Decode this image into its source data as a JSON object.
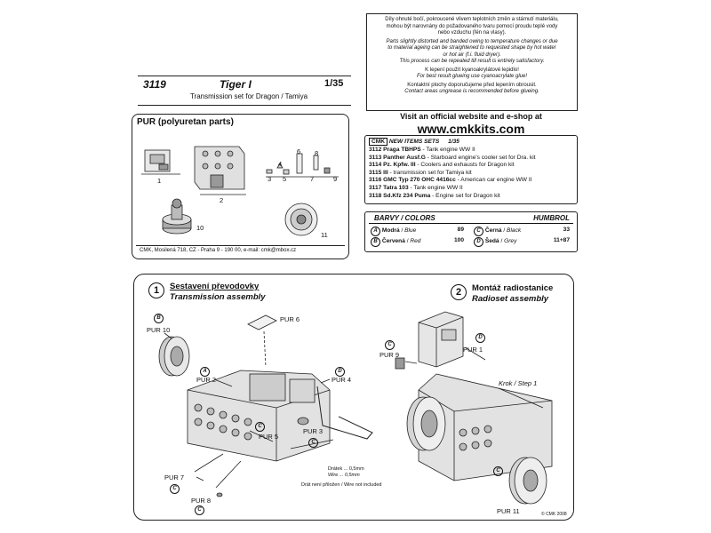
{
  "header": {
    "code": "3119",
    "model": "Tiger I",
    "scale": "1/35",
    "subtitle": "Transmission set for Dragon / Tamiya"
  },
  "warning_lines": [
    "Díly ohnuté bočí, pokroucené vlivem teplotních změn a stárnutí materiálu,",
    "mohou být narovnány do požadovaného tvaru pomocí proudu teplé vody",
    "nebo vzduchu (fén na vlasy).",
    "Parts slightly distorted and banded owing to temperature changes or due",
    "to material ageing can be straightened to requested shape by hot water",
    "or hot air (f.i. fluid dryer).",
    "This process can be repeated till result is entirely satisfactory.",
    "K lepení použít kyanoakrylátové lepidlo!",
    "For best result glueing use cyanoacrylate glue!",
    "Kontaktní plochy doporučujeme před lepením obrousit.",
    "Contact areas ungrease is recommended before glueing."
  ],
  "website": {
    "line1": "Visit an official website and e-shop at",
    "url": "www.cmkkits.com"
  },
  "new_items": {
    "logo": "CMK",
    "header": "NEW ITEMS SETS",
    "scale": "1/35",
    "items": [
      {
        "code": "3112",
        "name": "Praga TBHPS",
        "desc": " - Tank engine WW II"
      },
      {
        "code": "3113",
        "name": "Panther Ausf.G",
        "desc": " - Starboard engine's cooler set for Dra. kit"
      },
      {
        "code": "3114",
        "name": "Pz. Kpfw. III",
        "desc": " - Coolers and exhausts for Dragon kit"
      },
      {
        "code": "3115",
        "name": "III",
        "desc": " - transmission set for Tamiya kit"
      },
      {
        "code": "3116",
        "name": "GMC Typ 270 OHC 4416cc",
        "desc": " - American car engine WW II"
      },
      {
        "code": "3117",
        "name": "Tatra 103",
        "desc": " - Tank engine WW II"
      },
      {
        "code": "3118",
        "name": "Sd.Kfz 234 Puma",
        "desc": " - Engine set for Dragon kit"
      }
    ]
  },
  "colors": {
    "header_left": "BARVY / COLORS",
    "header_right": "HUMBROL",
    "items": [
      {
        "letter": "A",
        "cz": "Modrá",
        "en": "Blue",
        "code": "89"
      },
      {
        "letter": "B",
        "cz": "Červená",
        "en": "Red",
        "code": "100"
      },
      {
        "letter": "C",
        "cz": "Černá",
        "en": "Black",
        "code": "33"
      },
      {
        "letter": "D",
        "cz": "Šedá",
        "en": "Grey",
        "code": "11+87"
      }
    ]
  },
  "parts": {
    "title": "PUR (polyuretan parts)",
    "numbers": [
      "1",
      "2",
      "3",
      "4",
      "5",
      "6",
      "7",
      "8",
      "9",
      "10",
      "11"
    ],
    "footer": "CMK, Mosilená 718, CZ - Praha 9 - 190 00, e-mail: cmk@mbox.cz"
  },
  "step1": {
    "number": "1",
    "title_cz": "Sestavení převodovky",
    "title_en": "Transmission assembly",
    "labels": {
      "pur10": "PUR 10",
      "pur2": "PUR 2",
      "pur6": "PUR 6",
      "pur4": "PUR 4",
      "pur3": "PUR 3",
      "pur5": "PUR 5",
      "pur7": "PUR 7",
      "pur8": "PUR 8"
    },
    "wire_note_1": "Drátek ... 0,5mm",
    "wire_note_2": "Wire ... 0,5mm",
    "wire_note_3": "Drát není přiložen / Wire not included"
  },
  "step2": {
    "number": "2",
    "title_cz": "Montáž radiostanice",
    "title_en": "Radioset assembly",
    "labels": {
      "pur9": "PUR 9",
      "pur1": "PUR 1",
      "pur11": "PUR 11",
      "step": "Krok / Step 1"
    },
    "copyright": "© CMK 2008"
  },
  "color_letters": {
    "a": "A",
    "b": "B",
    "c": "C",
    "d": "D"
  }
}
